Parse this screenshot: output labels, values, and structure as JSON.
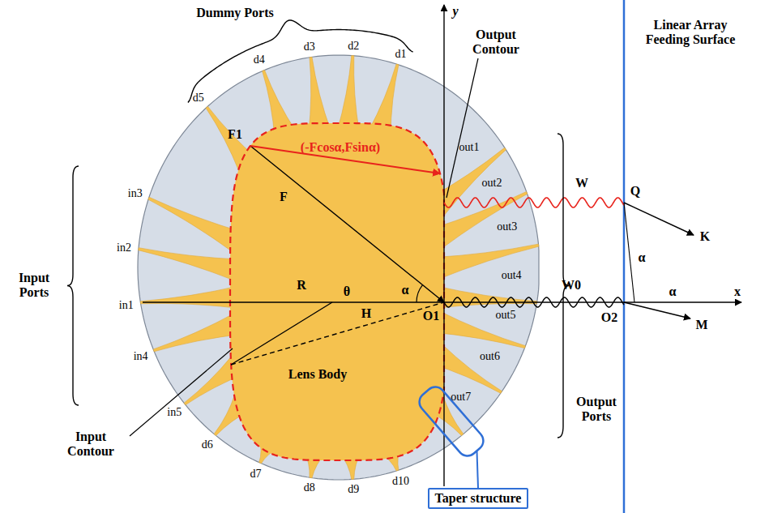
{
  "diagram": {
    "nodes": [
      {
        "text": [
          "Lens Body"
        ]
      },
      {
        "text": [
          "Taper structure"
        ]
      }
    ],
    "labels": [
      "Dummy Ports",
      "d1",
      "d2",
      "d3",
      "d4",
      "d5",
      "Input Ports",
      "in3",
      "in2",
      "in1",
      "in4",
      "in5",
      "d6",
      "d7",
      "d8",
      "d9",
      "d10",
      "y",
      "Output Contour",
      "out1",
      "out2",
      "out3",
      "out4",
      "out5",
      "out6",
      "out7",
      "W",
      "Q",
      "K",
      "α",
      "Linear Array Feeding Surface",
      "F1",
      "(-Fcosα,Fsinα)",
      "F",
      "α",
      "R",
      "θ",
      "H",
      "O1",
      "W0",
      "x",
      "O2",
      "M",
      "α",
      "Output Ports",
      "Input Contour"
    ]
  }
}
